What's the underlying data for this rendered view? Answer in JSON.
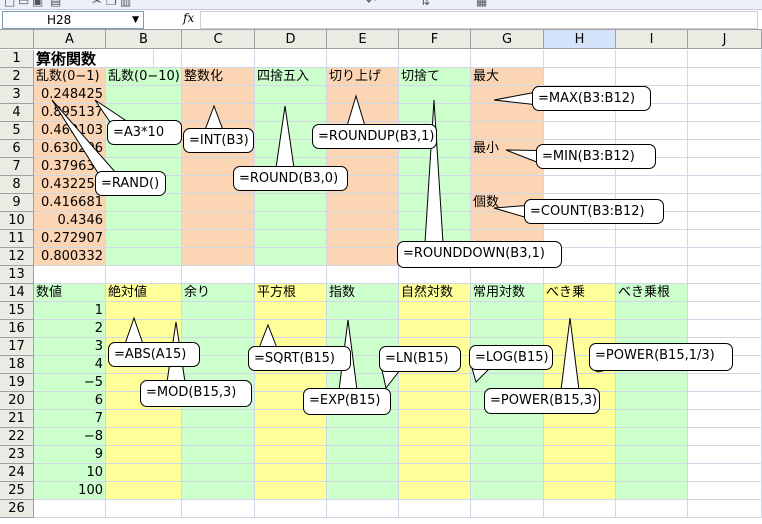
{
  "window": {
    "toolbar_icons": [
      "new-icon",
      "open-icon",
      "save-icon",
      "print-icon",
      "cut-icon",
      "copy-icon",
      "paste-icon",
      "undo-icon",
      "sort-icon",
      "chart-icon"
    ]
  },
  "formula_bar": {
    "name_box": "H28",
    "fx_label": "fx",
    "formula": ""
  },
  "columns": [
    "A",
    "B",
    "C",
    "D",
    "E",
    "F",
    "G",
    "H",
    "I",
    "J"
  ],
  "active_column": "H",
  "rows": [
    "1",
    "2",
    "3",
    "4",
    "5",
    "6",
    "7",
    "8",
    "9",
    "10",
    "11",
    "12",
    "13",
    "14",
    "15",
    "16",
    "17",
    "18",
    "19",
    "20",
    "21",
    "22",
    "23",
    "24",
    "25",
    "26"
  ],
  "colors": {
    "orange": "#fcd5b4",
    "green": "#ccffcc",
    "yellow": "#ffff99",
    "header_bg": "#ecebe3",
    "active_header": "#d6e4fb"
  },
  "sheet": {
    "title": "算術関数",
    "header_row2": [
      "乱数(0−1)",
      "乱数(0−10)",
      "整数化",
      "四捨五入",
      "切り上げ",
      "切捨て",
      "最大"
    ],
    "random_values": [
      "0.248425",
      "0.895137",
      "0.460103",
      "0.630206",
      "0.379631",
      "0.432254",
      "0.416681",
      "0.4346",
      "0.272907",
      "0.800332"
    ],
    "label_min": "最小",
    "label_count": "個数",
    "header_row14": [
      "数値",
      "絶対値",
      "余り",
      "平方根",
      "指数",
      "自然対数",
      "常用対数",
      "べき乗",
      "べき乗根"
    ],
    "numbers": [
      "1",
      "2",
      "3",
      "4",
      "−5",
      "6",
      "7",
      "−8",
      "9",
      "10",
      "100"
    ]
  },
  "callouts": [
    {
      "id": "max",
      "text": "=MAX(B3:B12)"
    },
    {
      "id": "a3",
      "text": "=A3*10"
    },
    {
      "id": "int",
      "text": "=INT(B3)"
    },
    {
      "id": "roundup",
      "text": "=ROUNDUP(B3,1)"
    },
    {
      "id": "min",
      "text": "=MIN(B3:B12)"
    },
    {
      "id": "rand",
      "text": "=RAND()"
    },
    {
      "id": "round",
      "text": "=ROUND(B3,0)"
    },
    {
      "id": "count",
      "text": "=COUNT(B3:B12)"
    },
    {
      "id": "rounddown",
      "text": "=ROUNDDOWN(B3,1)"
    },
    {
      "id": "abs",
      "text": "=ABS(A15)"
    },
    {
      "id": "sqrt",
      "text": "=SQRT(B15)"
    },
    {
      "id": "ln",
      "text": "=LN(B15)"
    },
    {
      "id": "log",
      "text": "=LOG(B15)"
    },
    {
      "id": "powerroot",
      "text": "=POWER(B15,1/3)"
    },
    {
      "id": "mod",
      "text": "=MOD(B15,3)"
    },
    {
      "id": "exp",
      "text": "=EXP(B15)"
    },
    {
      "id": "power",
      "text": "=POWER(B15,3)"
    }
  ]
}
